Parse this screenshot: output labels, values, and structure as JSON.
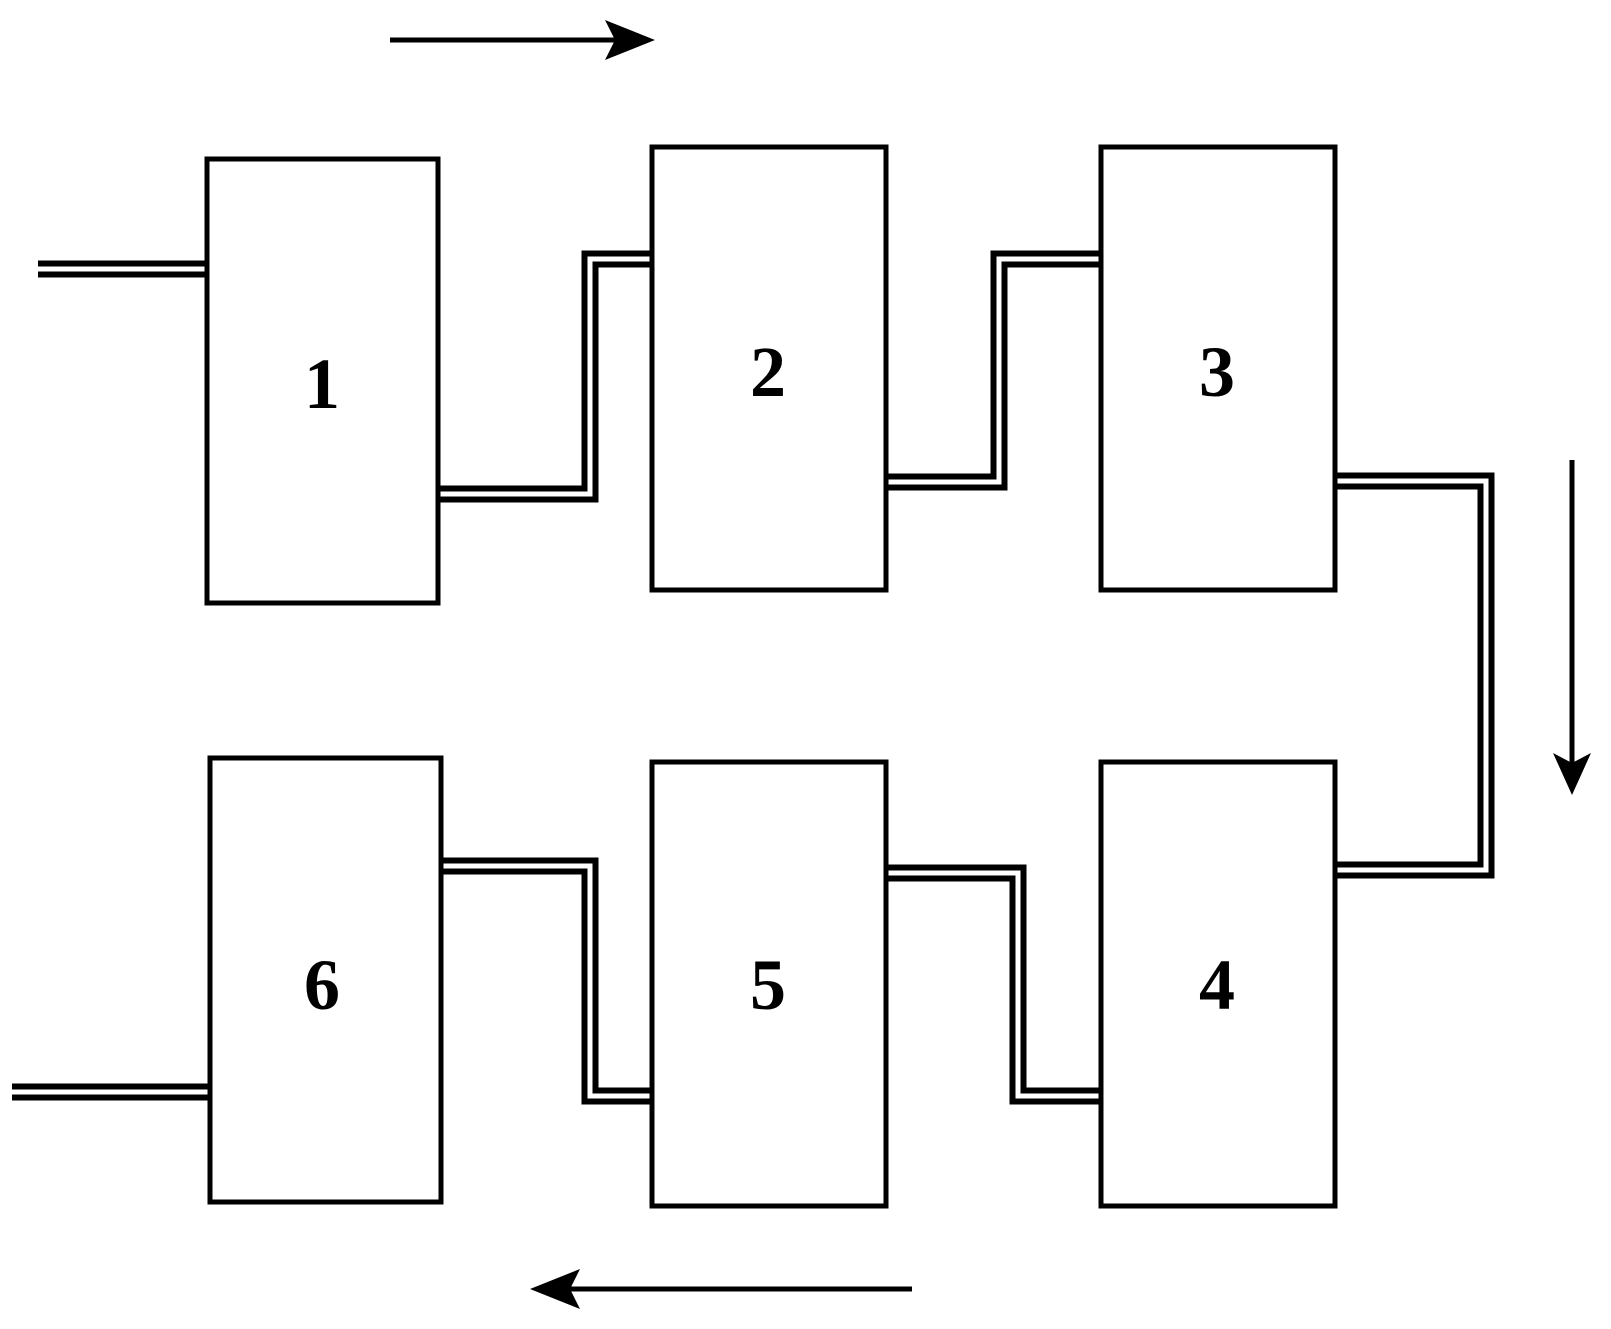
{
  "diagram": {
    "units": [
      {
        "id": "unit-1",
        "label": "1"
      },
      {
        "id": "unit-2",
        "label": "2"
      },
      {
        "id": "unit-3",
        "label": "3"
      },
      {
        "id": "unit-4",
        "label": "4"
      },
      {
        "id": "unit-5",
        "label": "5"
      },
      {
        "id": "unit-6",
        "label": "6"
      }
    ],
    "flow_order": [
      "1",
      "2",
      "3",
      "4",
      "5",
      "6"
    ],
    "flow_arrows": [
      {
        "id": "top",
        "direction": "right"
      },
      {
        "id": "right",
        "direction": "down"
      },
      {
        "id": "bottom",
        "direction": "left"
      }
    ],
    "colors": {
      "stroke": "#000000",
      "background": "#ffffff"
    }
  }
}
